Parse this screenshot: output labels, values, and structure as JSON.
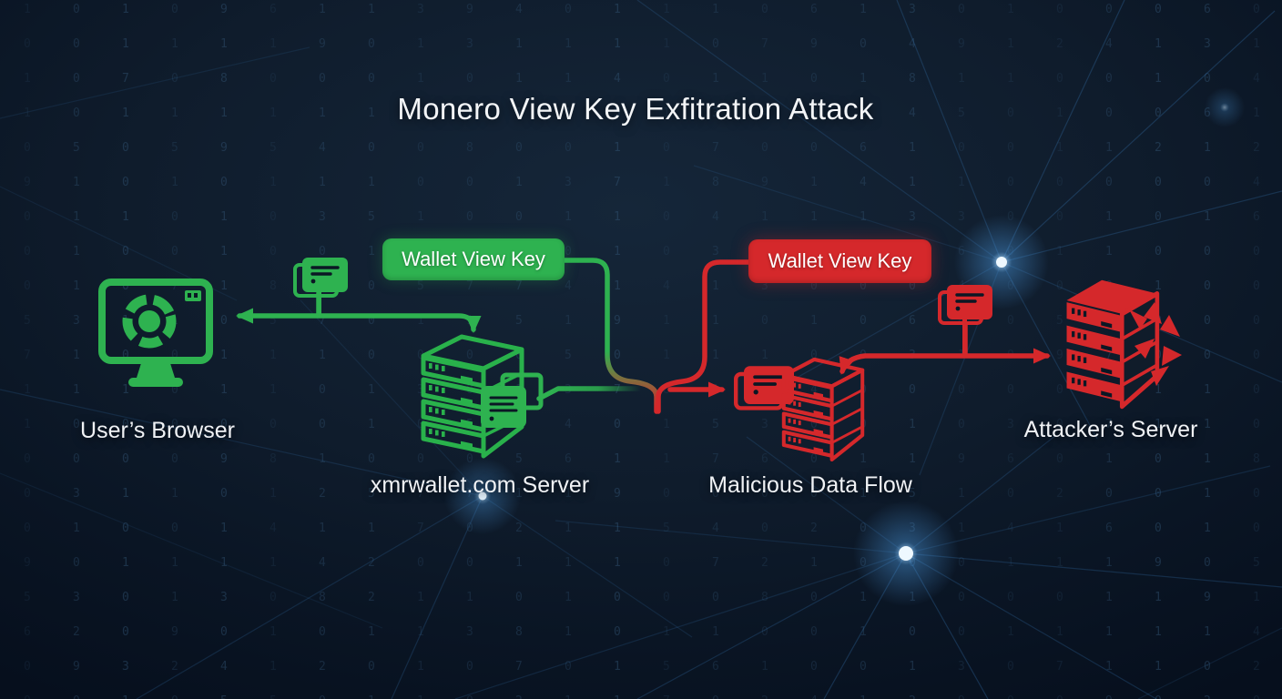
{
  "title": "Monero View Key Exfitration Attack",
  "badges": {
    "green_key": {
      "label": "Wallet View Key",
      "color": "#2eb250"
    },
    "red_key": {
      "label": "Wallet View Key",
      "color": "#d5282b"
    }
  },
  "nodes": {
    "users_browser": {
      "label": "User’s Browser",
      "icon": "monitor-browser-icon",
      "color": "#2eb250"
    },
    "xmrwallet_server": {
      "label": "xmrwallet.com Server",
      "icon": "server-stack-icon",
      "color": "#2eb250"
    },
    "malicious_flow": {
      "label": "Malicious Data Flow",
      "icon": "server-stack-icon",
      "color": "#d5282b"
    },
    "attackers_server": {
      "label": "Attacker’s Server",
      "icon": "server-stack-filled-icon",
      "color": "#d5282b"
    }
  },
  "background": {
    "base_color": "#0e1b2a",
    "matrix_color": "#35597a",
    "network_line_color": "#3b80c2",
    "glow_color": "#9fd4ff"
  }
}
